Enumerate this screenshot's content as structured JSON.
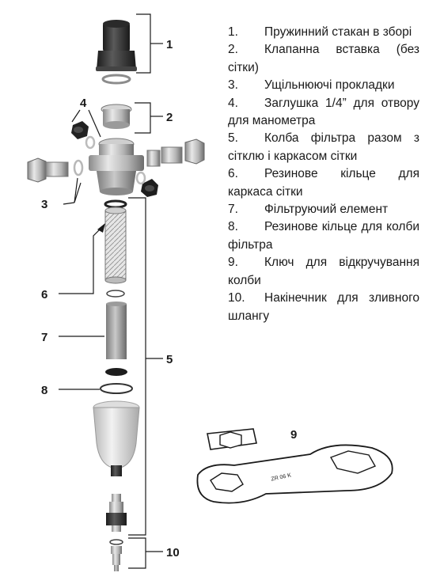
{
  "callouts": [
    "1",
    "2",
    "3",
    "4",
    "5",
    "6",
    "7",
    "8",
    "10"
  ],
  "wrench_label": "9",
  "wrench_engraving": "ZR 06 K",
  "legend": [
    {
      "num": "1.",
      "text": "Пружинний стакан в зборі"
    },
    {
      "num": "2.",
      "text": "Клапанна вставка (без сітки)"
    },
    {
      "num": "3.",
      "text": "Ущільнюючі прокладки"
    },
    {
      "num": "4.",
      "text": "Заглушка 1/4” для отвору для манометра"
    },
    {
      "num": "5.",
      "text": "Колба фільтра разом з сітклю і каркасом сітки"
    },
    {
      "num": "6.",
      "text": "Резинове кільце для каркаса сітки"
    },
    {
      "num": "7.",
      "text": "Фільтруючий елемент"
    },
    {
      "num": "8.",
      "text": "Резинове кільце для колби фільтра"
    },
    {
      "num": "9.",
      "text": "Ключ для відкручування колби"
    },
    {
      "num": "10.",
      "text": "Накінечник для зливного шлангу"
    }
  ]
}
